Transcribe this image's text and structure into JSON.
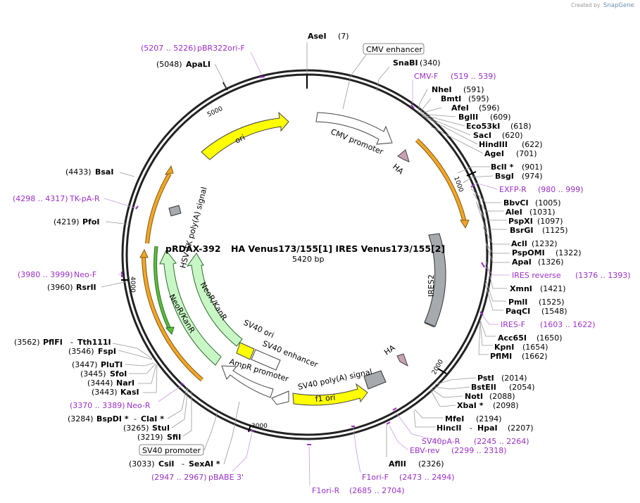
{
  "credit": {
    "prefix": "Created by",
    "brand": "SnapGene"
  },
  "plasmid": {
    "name": "pRDAX-392",
    "description": "HA Venus173/155[1] IRES Venus173/155[2]",
    "size": "5420 bp"
  },
  "ticks": [
    "1000",
    "2000",
    "3000",
    "4000",
    "5000"
  ],
  "features": {
    "cmv_enhancer": "CMV enhancer",
    "cmv_promoter": "CMV promoter",
    "ha1": "HA",
    "ha2": "HA",
    "ires2": "IRES2",
    "sv40_polya": "SV40 poly(A) signal",
    "f1_ori": "f1 ori",
    "ampr_promoter": "AmpR promoter",
    "sv40_ori": "SV40 ori",
    "sv40_enhancer": "SV40 enhancer",
    "neo1": "NeoR/KanR",
    "neo2": "NeoR/KanR",
    "hsv_tk": "HSV TK poly(A) signal",
    "ori": "ori",
    "sv40_promoter": "SV40 promoter"
  },
  "enzymes": {
    "asei": {
      "name": "AseI",
      "pos": "(7)"
    },
    "snabi": {
      "name": "SnaBI",
      "pos": "(340)"
    },
    "nhei": {
      "name": "NheI",
      "pos": "(591)"
    },
    "bmti": {
      "name": "BmtI",
      "pos": "(595)"
    },
    "afei": {
      "name": "AfeI",
      "pos": "(596)"
    },
    "bglii": {
      "name": "BglII",
      "pos": "(609)"
    },
    "eco53ki": {
      "name": "Eco53kI",
      "pos": "(618)"
    },
    "saci": {
      "name": "SacI",
      "pos": "(620)"
    },
    "hindiii": {
      "name": "HindIII",
      "pos": "(622)"
    },
    "agei": {
      "name": "AgeI",
      "pos": "(701)"
    },
    "bcli": {
      "name": "BclI *",
      "pos": "(901)"
    },
    "bsgi": {
      "name": "BsgI",
      "pos": "(974)"
    },
    "bbvci": {
      "name": "BbvCI",
      "pos": "(1005)"
    },
    "alei": {
      "name": "AleI",
      "pos": "(1031)"
    },
    "pspxi": {
      "name": "PspXI",
      "pos": "(1097)"
    },
    "bsrgi": {
      "name": "BsrGI",
      "pos": "(1125)"
    },
    "acli": {
      "name": "AclI",
      "pos": "(1232)"
    },
    "pspomi": {
      "name": "PspOMI",
      "pos": "(1322)"
    },
    "apai": {
      "name": "ApaI",
      "pos": "(1326)"
    },
    "xmni": {
      "name": "XmnI",
      "pos": "(1421)"
    },
    "pmli": {
      "name": "PmlI",
      "pos": "(1525)"
    },
    "paqci": {
      "name": "PaqCI",
      "pos": "(1548)"
    },
    "acc65i": {
      "name": "Acc65I",
      "pos": "(1650)"
    },
    "kpni": {
      "name": "KpnI",
      "pos": "(1654)"
    },
    "pflmi": {
      "name": "PflMI",
      "pos": "(1662)"
    },
    "psti": {
      "name": "PstI",
      "pos": "(2014)"
    },
    "bsteii": {
      "name": "BstEII",
      "pos": "(2054)"
    },
    "noti": {
      "name": "NotI",
      "pos": "(2088)"
    },
    "xbai": {
      "name": "XbaI *",
      "pos": "(2098)"
    },
    "mfei": {
      "name": "MfeI",
      "pos": "(2194)"
    },
    "hincii": {
      "name": "HincII",
      "sep": "- ",
      "name2": "HpaI",
      "pos": "(2207)"
    },
    "aflii": {
      "name": "AflII",
      "pos": "(2326)"
    },
    "apali": {
      "name": "ApaLI",
      "pos": "(5048)"
    },
    "bsai": {
      "name": "BsaI",
      "pos": "(4433)"
    },
    "pfoi": {
      "name": "PfoI",
      "pos": "(4219)"
    },
    "rsrii": {
      "name": "RsrII",
      "pos": "(3960)"
    },
    "pflfi": {
      "name": "PflFI",
      "sep": "- ",
      "name2": "Tth111I",
      "pos": "(3562)"
    },
    "fspi": {
      "name": "FspI",
      "pos": "(3546)"
    },
    "pluti": {
      "name": "PluTI",
      "pos": "(3447)"
    },
    "sfoi": {
      "name": "SfoI",
      "pos": "(3445)"
    },
    "nari": {
      "name": "NarI",
      "pos": "(3444)"
    },
    "kasi": {
      "name": "KasI",
      "pos": "(3443)"
    },
    "bspdi": {
      "name": "BspDI *",
      "sep": "- ",
      "name2": "ClaI *",
      "pos": "(3284)"
    },
    "stui": {
      "name": "StuI",
      "pos": "(3265)"
    },
    "sfii": {
      "name": "SfiI",
      "pos": "(3219)"
    },
    "csii": {
      "name": "CsiI",
      "sep": "- ",
      "name2": "SexAI *",
      "pos": "(3033)"
    }
  },
  "primers": {
    "pbr322ori_f": {
      "range": "(5207 .. 5226)",
      "name": "pBR322ori-F"
    },
    "cmv_f": {
      "name": "CMV-F",
      "range": "(519 .. 539)"
    },
    "exfp_r": {
      "name": "EXFP-R",
      "range": "(980 .. 999)"
    },
    "ires_reverse": {
      "name": "IRES reverse",
      "range": "(1376 .. 1393)"
    },
    "ires_f": {
      "name": "IRES-F",
      "range": "(1603 .. 1622)"
    },
    "sv40pa_r": {
      "name": "SV40pA-R",
      "range": "(2245 .. 2264)"
    },
    "ebv_rev": {
      "name": "EBV-rev",
      "range": "(2299 .. 2318)"
    },
    "f1ori_f": {
      "name": "F1ori-F",
      "range": "(2473 .. 2494)"
    },
    "f1ori_r": {
      "name": "F1ori-R",
      "range": "(2685 .. 2704)"
    },
    "pbabe3": {
      "range": "(2947 .. 2967)",
      "name": "pBABE 3'"
    },
    "neo_r": {
      "range": "(3370 .. 3389)",
      "name": "Neo-R"
    },
    "neo_f": {
      "range": "(3980 .. 3999)",
      "name": "Neo-F"
    },
    "tk_pa_r": {
      "range": "(4298 .. 4317)",
      "name": "TK-pA-R"
    }
  },
  "colors": {
    "primer": "#9b30c8",
    "orf_yellow": "#ffff00",
    "neo_green": "#c8f7c5",
    "ires_grey": "#a6a9ad",
    "ha_pink": "#c9a0b4",
    "orange": "#f5a623"
  }
}
